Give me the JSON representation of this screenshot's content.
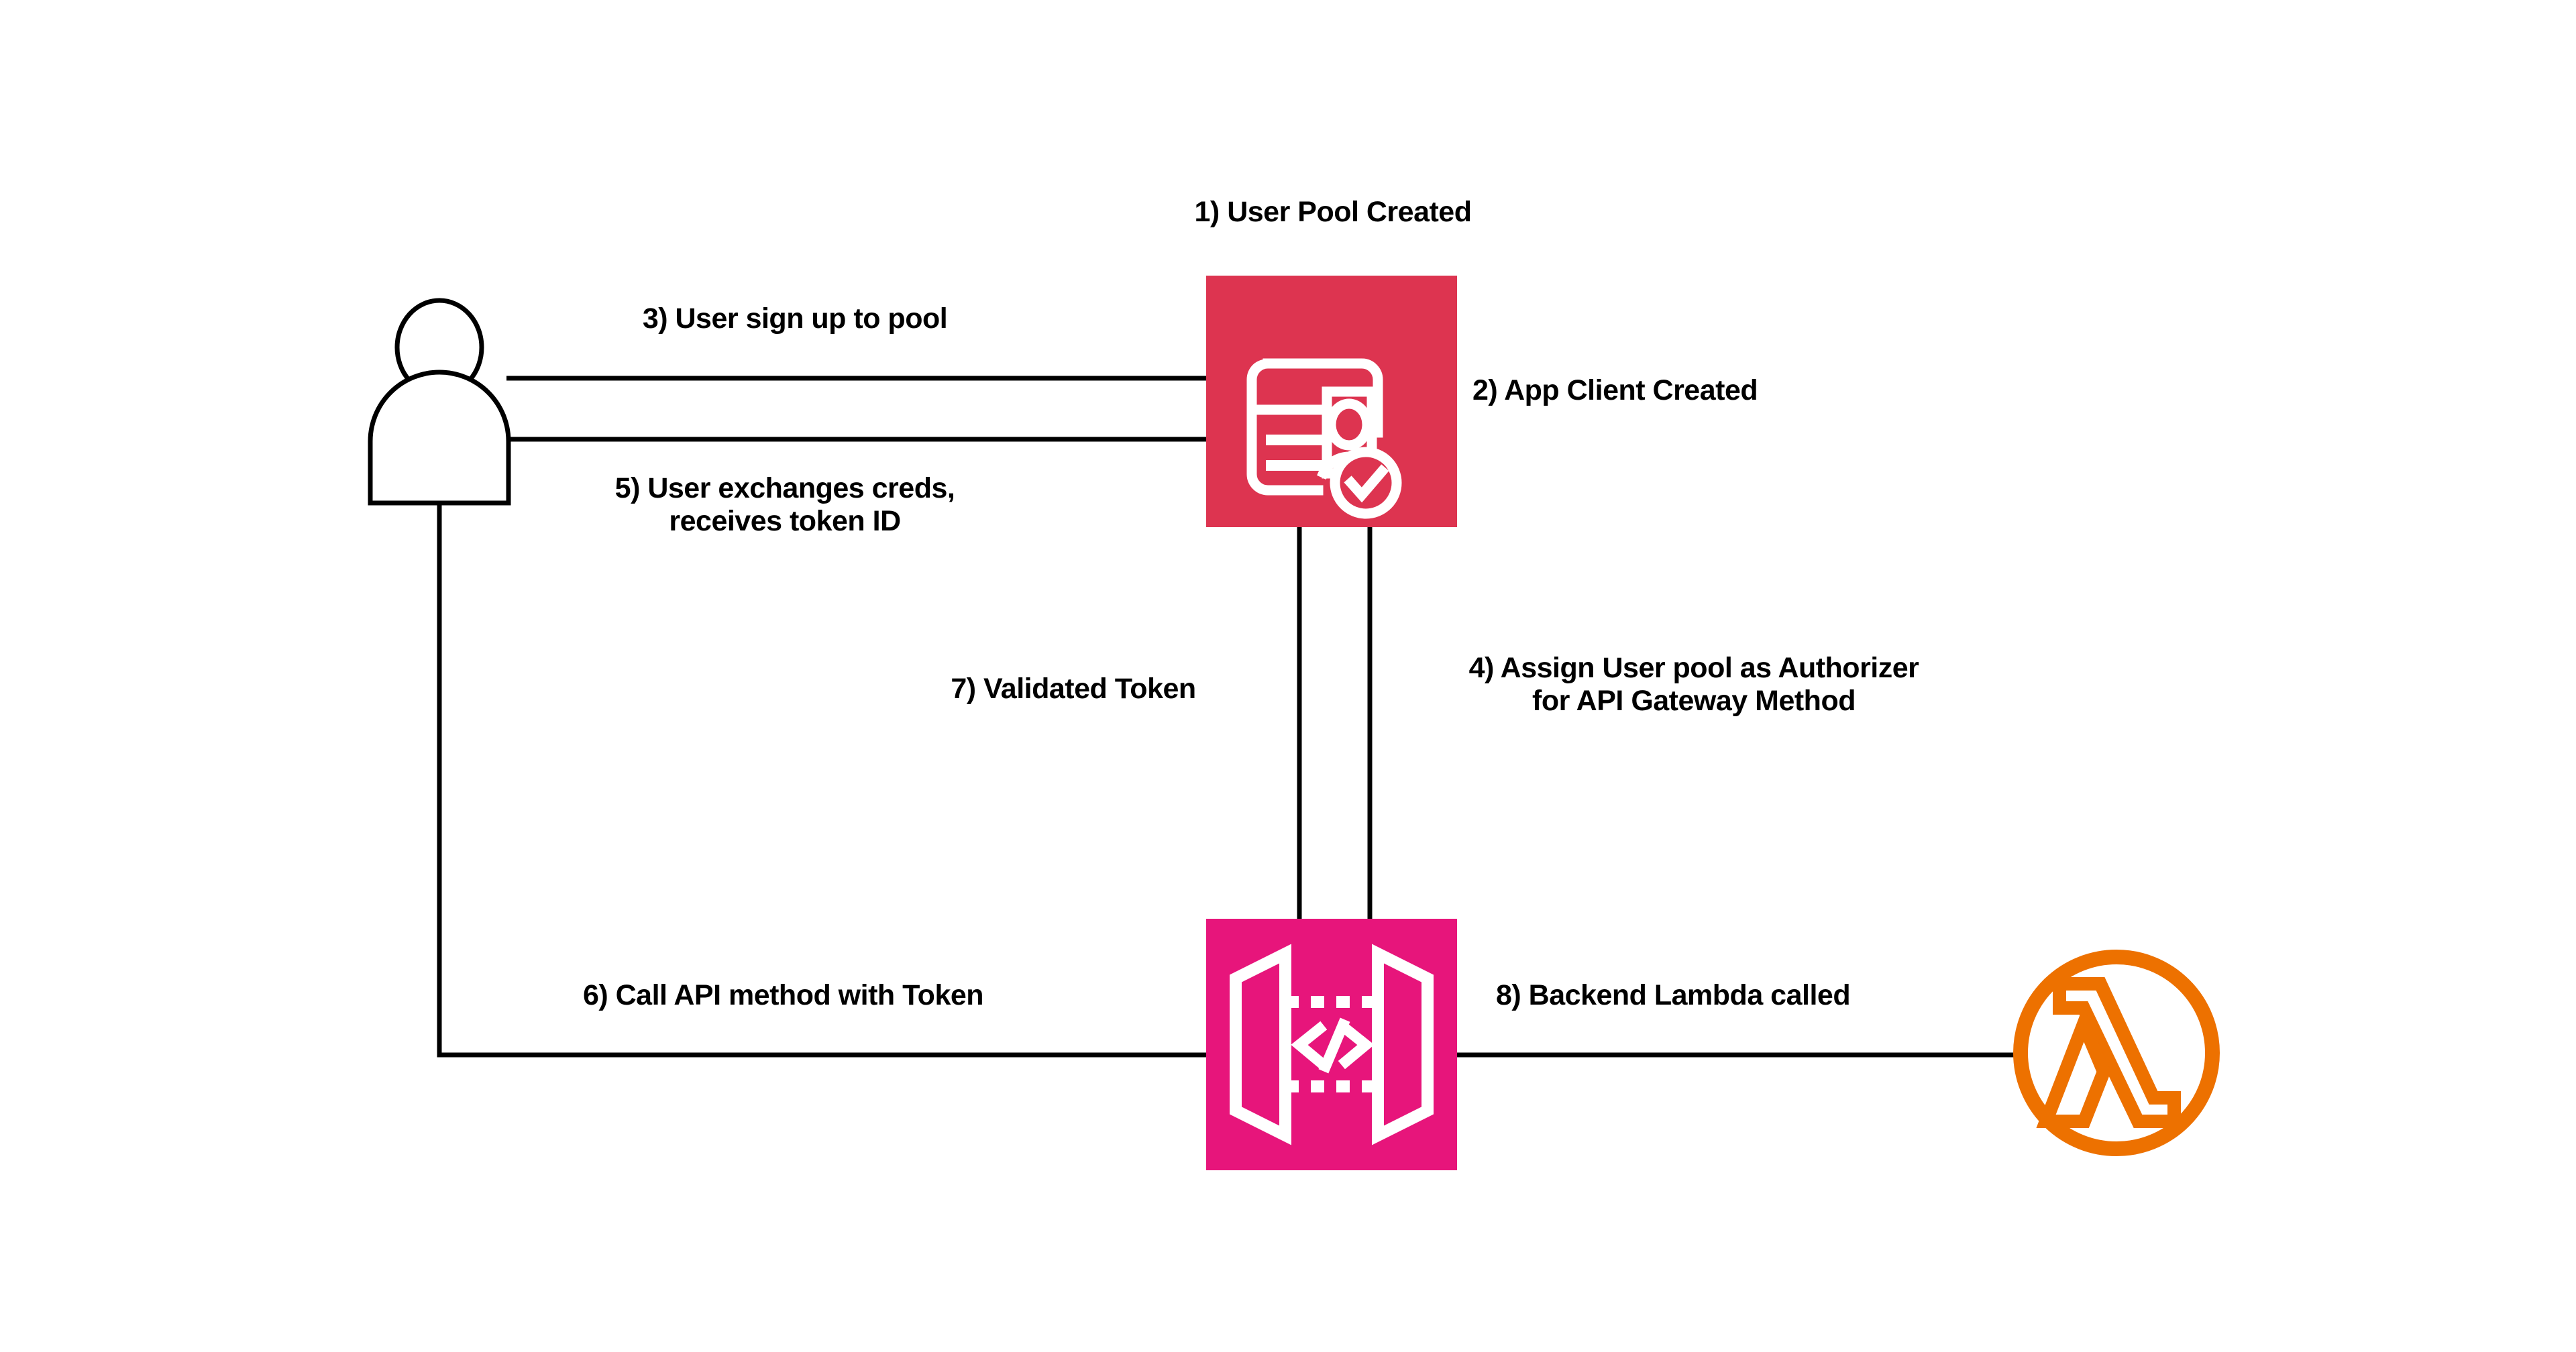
{
  "diagram": {
    "title": "Amazon Cognito authorizer flow for API Gateway and Lambda",
    "background_color": "#FFFFFF",
    "line_color": "#000000",
    "text_color": "#000000"
  },
  "nodes": {
    "user": {
      "name": "User",
      "icon": "user-actor-icon",
      "color": "#000000"
    },
    "cognito": {
      "name": "Amazon Cognito User Pool",
      "icon": "cognito-user-pool-icon",
      "fill_color": "#DD3450",
      "glyph_color": "#FFFFFF"
    },
    "apigateway": {
      "name": "Amazon API Gateway",
      "icon": "api-gateway-icon",
      "fill_color": "#E7157B",
      "glyph_color": "#FFFFFF"
    },
    "lambda": {
      "name": "AWS Lambda",
      "icon": "lambda-icon",
      "stroke_color": "#ED7100"
    }
  },
  "steps": [
    {
      "id": "step-1",
      "number": "1)",
      "text": "1) User Pool Created",
      "lines": [
        "1) User Pool Created"
      ]
    },
    {
      "id": "step-2",
      "number": "2)",
      "text": "2) App Client Created",
      "lines": [
        "2) App Client Created"
      ]
    },
    {
      "id": "step-3",
      "number": "3)",
      "text": "3) User sign up to pool",
      "lines": [
        "3) User sign up to pool"
      ]
    },
    {
      "id": "step-4",
      "number": "4)",
      "text": "4) Assign User pool as Authorizer for API Gateway Method",
      "lines": [
        "4) Assign User pool as Authorizer",
        "for API Gateway Method"
      ]
    },
    {
      "id": "step-5",
      "number": "5)",
      "text": "5) User exchanges creds, receives token ID",
      "lines": [
        "5) User exchanges creds,",
        "receives token ID"
      ]
    },
    {
      "id": "step-6",
      "number": "6)",
      "text": "6) Call API method with Token",
      "lines": [
        "6) Call API method with Token"
      ]
    },
    {
      "id": "step-7",
      "number": "7)",
      "text": "7) Validated Token",
      "lines": [
        "7) Validated Token"
      ]
    },
    {
      "id": "step-8",
      "number": "8)",
      "text": "8) Backend Lambda called",
      "lines": [
        "8) Backend Lambda called"
      ]
    }
  ],
  "labels": {
    "step1": "1) User Pool Created",
    "step2": "2) App Client Created",
    "step3": "3) User sign up to pool",
    "step4_line1": "4) Assign User pool as Authorizer",
    "step4_line2": "for API Gateway Method",
    "step5_line1": "5) User exchanges creds,",
    "step5_line2": "receives token ID",
    "step6": "6) Call API method with Token",
    "step7": "7) Validated Token",
    "step8": "8) Backend Lambda called"
  }
}
